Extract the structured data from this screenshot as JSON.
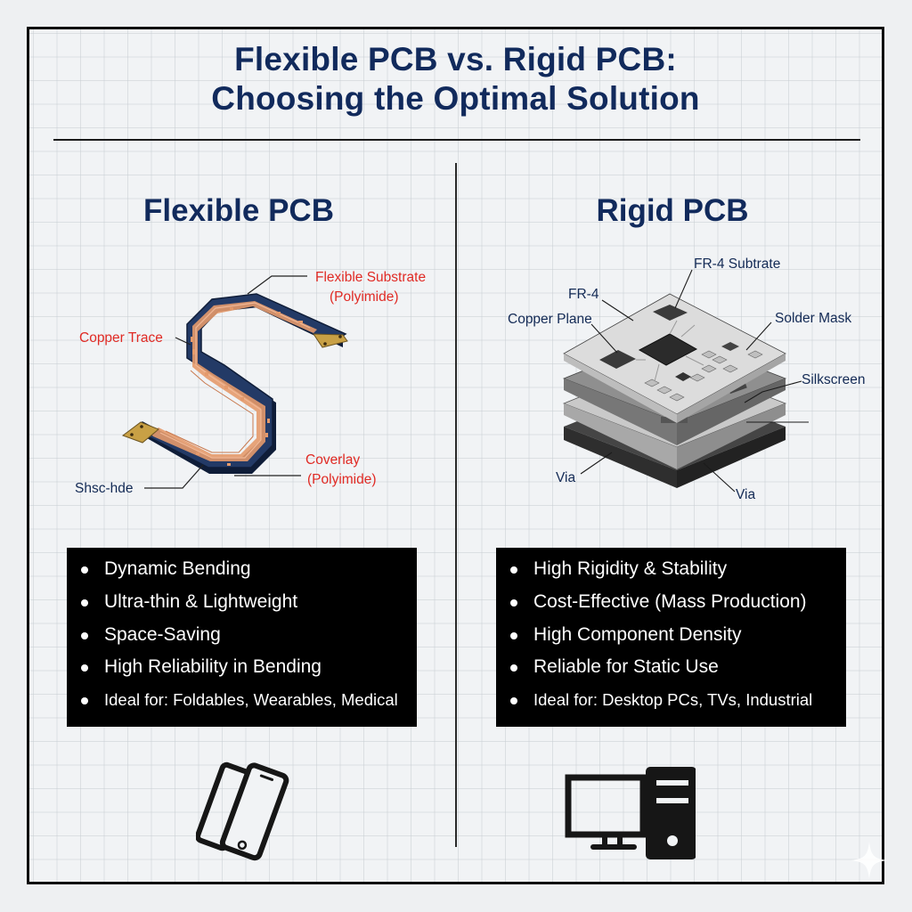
{
  "header": {
    "title_line1": "Flexible PCB vs. Rigid PCB:",
    "title_line2": "Choosing the Optimal Solution"
  },
  "flexible": {
    "heading": "Flexible PCB",
    "labels": {
      "substrate_line1": "Flexible Substrate",
      "substrate_line2": "(Polyimide)",
      "copper_trace": "Copper Trace",
      "coverlay_line1": "Coverlay",
      "coverlay_line2": "(Polyimide)",
      "shsc": "Shsc-hde"
    },
    "features": [
      "Dynamic Bending",
      "Ultra-thin & Lightweight",
      "Space-Saving",
      "High Reliability in Bending",
      "Ideal for: Foldables, Wearables, Medical"
    ],
    "icon": "smartphones-icon"
  },
  "rigid": {
    "heading": "Rigid PCB",
    "labels": {
      "fr4_substrate": "FR-4 Subtrate",
      "fr4": "FR-4",
      "copper_plane": "Copper Plane",
      "solder_mask": "Solder Mask",
      "silkscreen": "Silkscreen",
      "via_left": "Via",
      "via_right": "Via"
    },
    "features": [
      "High Rigidity & Stability",
      "Cost-Effective (Mass Production)",
      "High Component Density",
      "Reliable for Static Use",
      "Ideal for: Desktop PCs, TVs, Industrial"
    ],
    "icon": "desktop-computer-icon"
  },
  "colors": {
    "title": "#112a5c",
    "label_red": "#e02a24",
    "label_navy": "#132a55",
    "flex_board": "#1f3560",
    "copper": "#e49a6c",
    "gold_pad": "#c8a045",
    "feature_box": "#000000"
  }
}
